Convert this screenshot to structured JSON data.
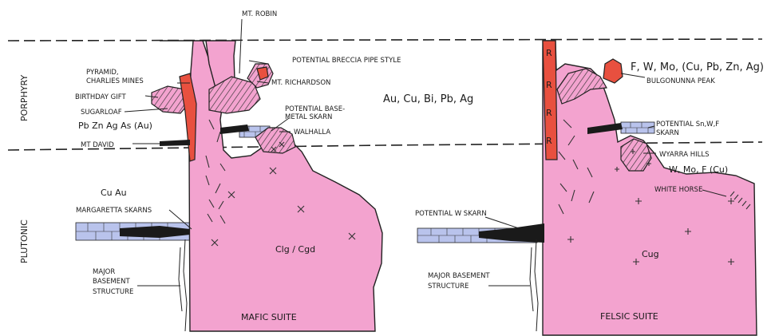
{
  "zones": {
    "porphyry": "PORPHYRY",
    "plutonic": "PLUTONIC"
  },
  "mafic": {
    "suite": "MAFIC SUITE",
    "composition": "Clg / Cgd",
    "elements_porphyry": "Au, Cu, Bi, Pb, Ag",
    "elements_sugarloaf": "Pb Zn Ag As (Au)",
    "elements_plutonic": "Cu Au",
    "mt_robin": "MT. ROBIN",
    "breccia": "POTENTIAL BRECCIA PIPE STYLE",
    "pyramid_1": "PYRAMID,",
    "pyramid_2": "CHARLIES MINES",
    "mt_richardson": "MT. RICHARDSON",
    "birthday_gift": "BIRTHDAY GIFT",
    "sugarloaf": "SUGARLOAF",
    "base_metal_1": "POTENTIAL BASE-",
    "base_metal_2": "METAL SKARN",
    "walhalla": "WALHALLA",
    "mt_david": "MT DAVID",
    "margaretta": "MARGARETTA SKARNS",
    "basement_1": "MAJOR",
    "basement_2": "BASEMENT",
    "basement_3": "STRUCTURE"
  },
  "felsic": {
    "suite": "FELSIC SUITE",
    "composition": "Cug",
    "elements_porphyry": "F, W, Mo, (Cu, Pb, Zn, Ag)",
    "elements_plutonic": "W, Mo, F (Cu)",
    "bulgonunna": "BULGONUNNA PEAK",
    "snwf_1": "POTENTIAL Sn,W,F",
    "snwf_2": "SKARN",
    "wyarra": "WYARRA HILLS",
    "white_horse": "WHITE HORSE",
    "w_skarn": "POTENTIAL W SKARN",
    "basement_1": "MAJOR BASEMENT",
    "basement_2": "STRUCTURE",
    "dyke_letter": "R"
  },
  "colors": {
    "intrusion": "#f3a3cf",
    "dyke": "#e8503f",
    "country_rock": "#b9c3ec",
    "skarn": "#1a1a1a"
  }
}
